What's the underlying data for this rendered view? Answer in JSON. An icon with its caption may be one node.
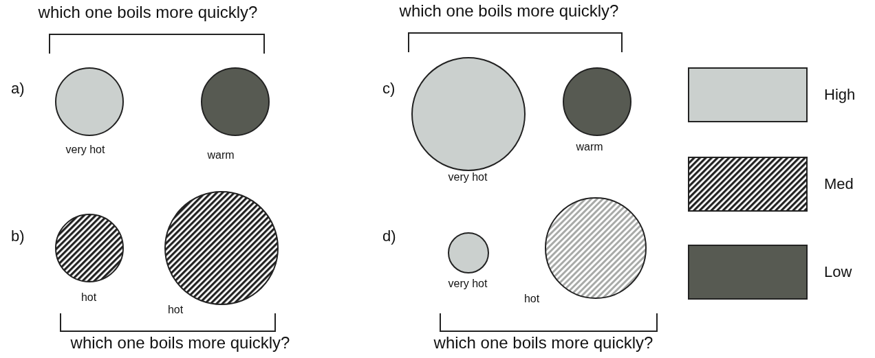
{
  "diagram": {
    "nodes": [
      {
        "text": [],
        "shape": "circle",
        "beside": [
          "very hot"
        ]
      },
      {
        "text": [],
        "shape": "circle",
        "beside": [
          "warm"
        ]
      },
      {
        "text": [],
        "shape": "circle",
        "beside": [
          "very hot"
        ]
      },
      {
        "text": [],
        "shape": "circle",
        "beside": [
          "warm"
        ]
      },
      {
        "text": [],
        "shape": "circle",
        "beside": [
          "hot"
        ]
      },
      {
        "text": [],
        "shape": "circle",
        "beside": [
          "hot"
        ]
      },
      {
        "text": [],
        "shape": "circle",
        "beside": [
          "very hot"
        ]
      },
      {
        "text": [],
        "shape": "circle",
        "beside": [
          "hot"
        ]
      }
    ],
    "labels": [
      "which one boils more quickly?",
      "which one boils more quickly?",
      "a)",
      "c)",
      "b)",
      "d)",
      "which one boils more quickly?",
      "which one boils more quickly?"
    ],
    "legend": [
      {
        "text": "High",
        "color": "#cbd0ce"
      },
      {
        "text": "Med"
      },
      {
        "text": "Low",
        "color": "#575a52"
      }
    ]
  }
}
